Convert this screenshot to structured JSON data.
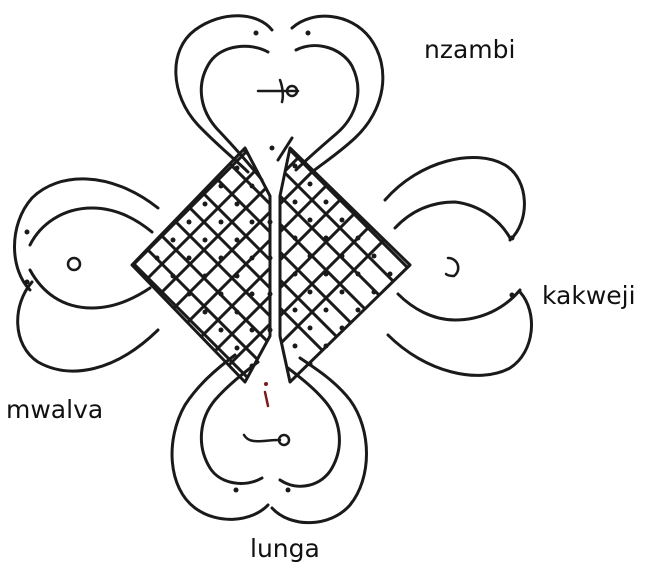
{
  "labels": {
    "top": "nzambi",
    "right": "kakweji",
    "left": "mwalva",
    "bottom": "lunga"
  },
  "colors": {
    "stroke": "#1a1a1a",
    "background": "#ffffff"
  }
}
